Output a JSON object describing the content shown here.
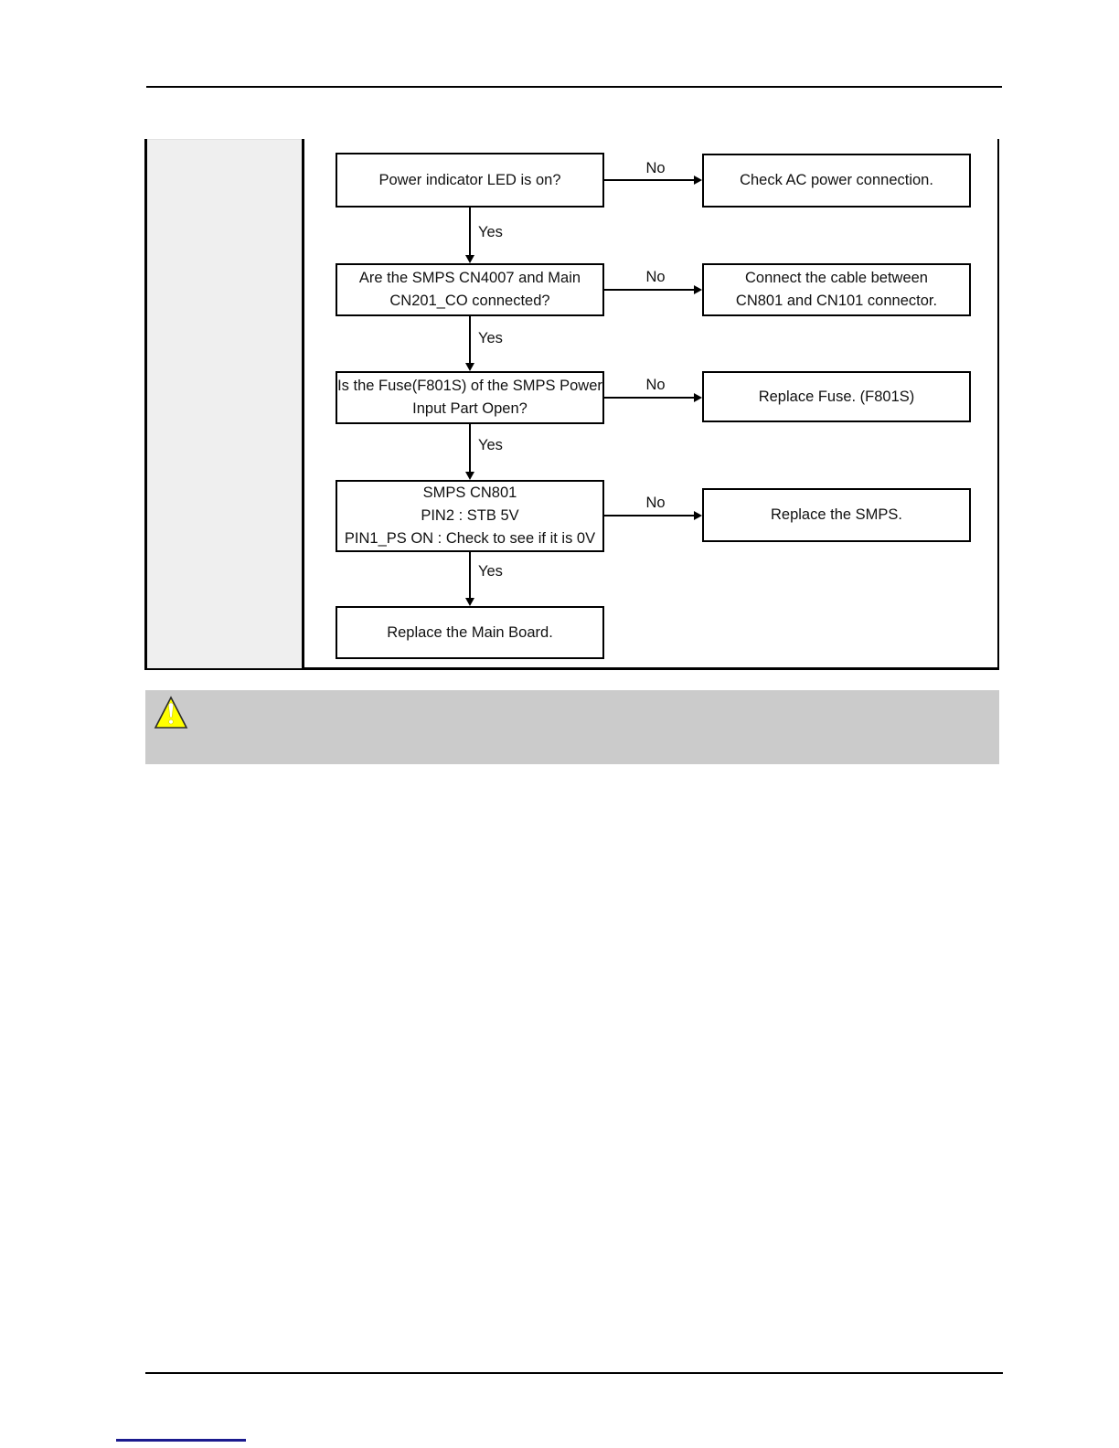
{
  "labels": {
    "yes": "Yes",
    "no": "No"
  },
  "flowchart": {
    "steps": [
      {
        "question": "Power indicator LED is on?",
        "no_action": "Check AC power connection."
      },
      {
        "question": "Are the SMPS CN4007 and Main\nCN201_CO connected?",
        "no_action": "Connect the cable between\nCN801 and CN101 connector."
      },
      {
        "question": "Is the Fuse(F801S) of the SMPS Power\nInput Part Open?",
        "no_action": "Replace Fuse. (F801S)"
      },
      {
        "question": "SMPS CN801\nPIN2 : STB 5V\nPIN1_PS ON : Check to see if it is 0V",
        "no_action": "Replace the SMPS."
      }
    ],
    "final_step": "Replace the Main Board."
  },
  "warning_banner": {
    "icon": "warning-triangle-icon"
  },
  "colors": {
    "sidebar_gray": "#efefef",
    "banner_gray": "#cbcbcb",
    "warning_yellow": "#ffff00",
    "link_navy": "#1b1b8e",
    "line_black": "#000000"
  }
}
